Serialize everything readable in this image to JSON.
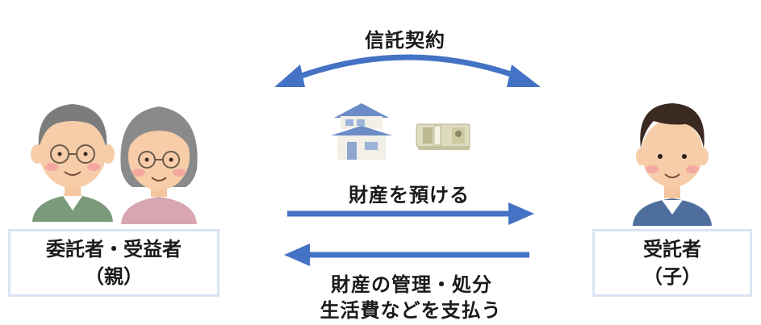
{
  "contract": {
    "label": "信託契約"
  },
  "entrust_flow": {
    "label": "財産を預ける"
  },
  "manage_flow": {
    "line1": "財産の管理・処分",
    "line2": "生活費などを支払う"
  },
  "settlor": {
    "line1": "委託者・受益者",
    "line2": "（親）"
  },
  "trustee": {
    "line1": "受託者",
    "line2": "（子）"
  },
  "colors": {
    "arrow": "#4472c4",
    "box_border": "#dbe4f2",
    "house_roof": "#6b8cc7",
    "money": "#d8d6b8"
  },
  "icons": [
    "elderly-father-icon",
    "elderly-mother-icon",
    "house-icon",
    "money-icon",
    "son-icon"
  ]
}
